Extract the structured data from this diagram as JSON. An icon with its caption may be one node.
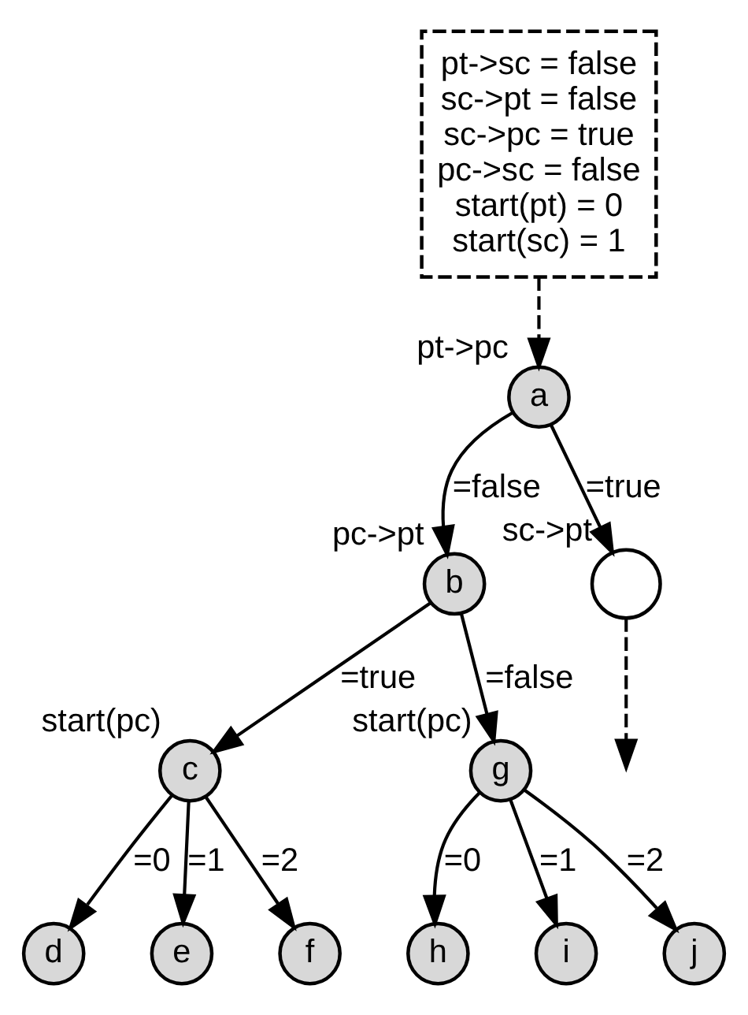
{
  "diagram": {
    "nodes": [
      {
        "text": [
          "pt->sc = false",
          "sc->pt = false",
          "sc->pc = true",
          "pc->sc = false",
          "start(pt) = 0",
          "start(sc) = 1"
        ]
      },
      {
        "text": [
          "a"
        ],
        "beside": [
          "pt->pc"
        ]
      },
      {
        "text": [
          "b"
        ],
        "beside": [
          "pc->pt"
        ]
      },
      {
        "text": [],
        "shape": "circle",
        "beside": [
          "sc->pt"
        ]
      },
      {
        "text": [
          "c"
        ],
        "beside": [
          "start(pc)"
        ]
      },
      {
        "text": [
          "g"
        ],
        "beside": [
          "start(pc)"
        ]
      },
      {
        "text": [
          "d"
        ]
      },
      {
        "text": [
          "e"
        ]
      },
      {
        "text": [
          "f"
        ]
      },
      {
        "text": [
          "h"
        ]
      },
      {
        "text": [
          "i"
        ]
      },
      {
        "text": [
          "j"
        ]
      }
    ],
    "edges": [
      {
        "from": 0,
        "to": 1,
        "arrow": "to",
        "style": "dashed"
      },
      {
        "from": 1,
        "to": 2,
        "arrow": "to",
        "label": "=false"
      },
      {
        "from": 1,
        "to": 3,
        "arrow": "to",
        "label": "=true"
      },
      {
        "from": 3,
        "to": null,
        "arrow": "to",
        "style": "dashed"
      },
      {
        "from": 2,
        "to": 4,
        "arrow": "to",
        "label": "=true"
      },
      {
        "from": 2,
        "to": 5,
        "arrow": "to",
        "label": "=false"
      },
      {
        "from": 4,
        "to": 6,
        "arrow": "to",
        "label": "=0"
      },
      {
        "from": 4,
        "to": 7,
        "arrow": "to",
        "label": "=1"
      },
      {
        "from": 4,
        "to": 8,
        "arrow": "to",
        "label": "=2"
      },
      {
        "from": 5,
        "to": 9,
        "arrow": "to",
        "label": "=0"
      },
      {
        "from": 5,
        "to": 10,
        "arrow": "to",
        "label": "=1"
      },
      {
        "from": 5,
        "to": 11,
        "arrow": "to",
        "label": "=2"
      }
    ]
  }
}
